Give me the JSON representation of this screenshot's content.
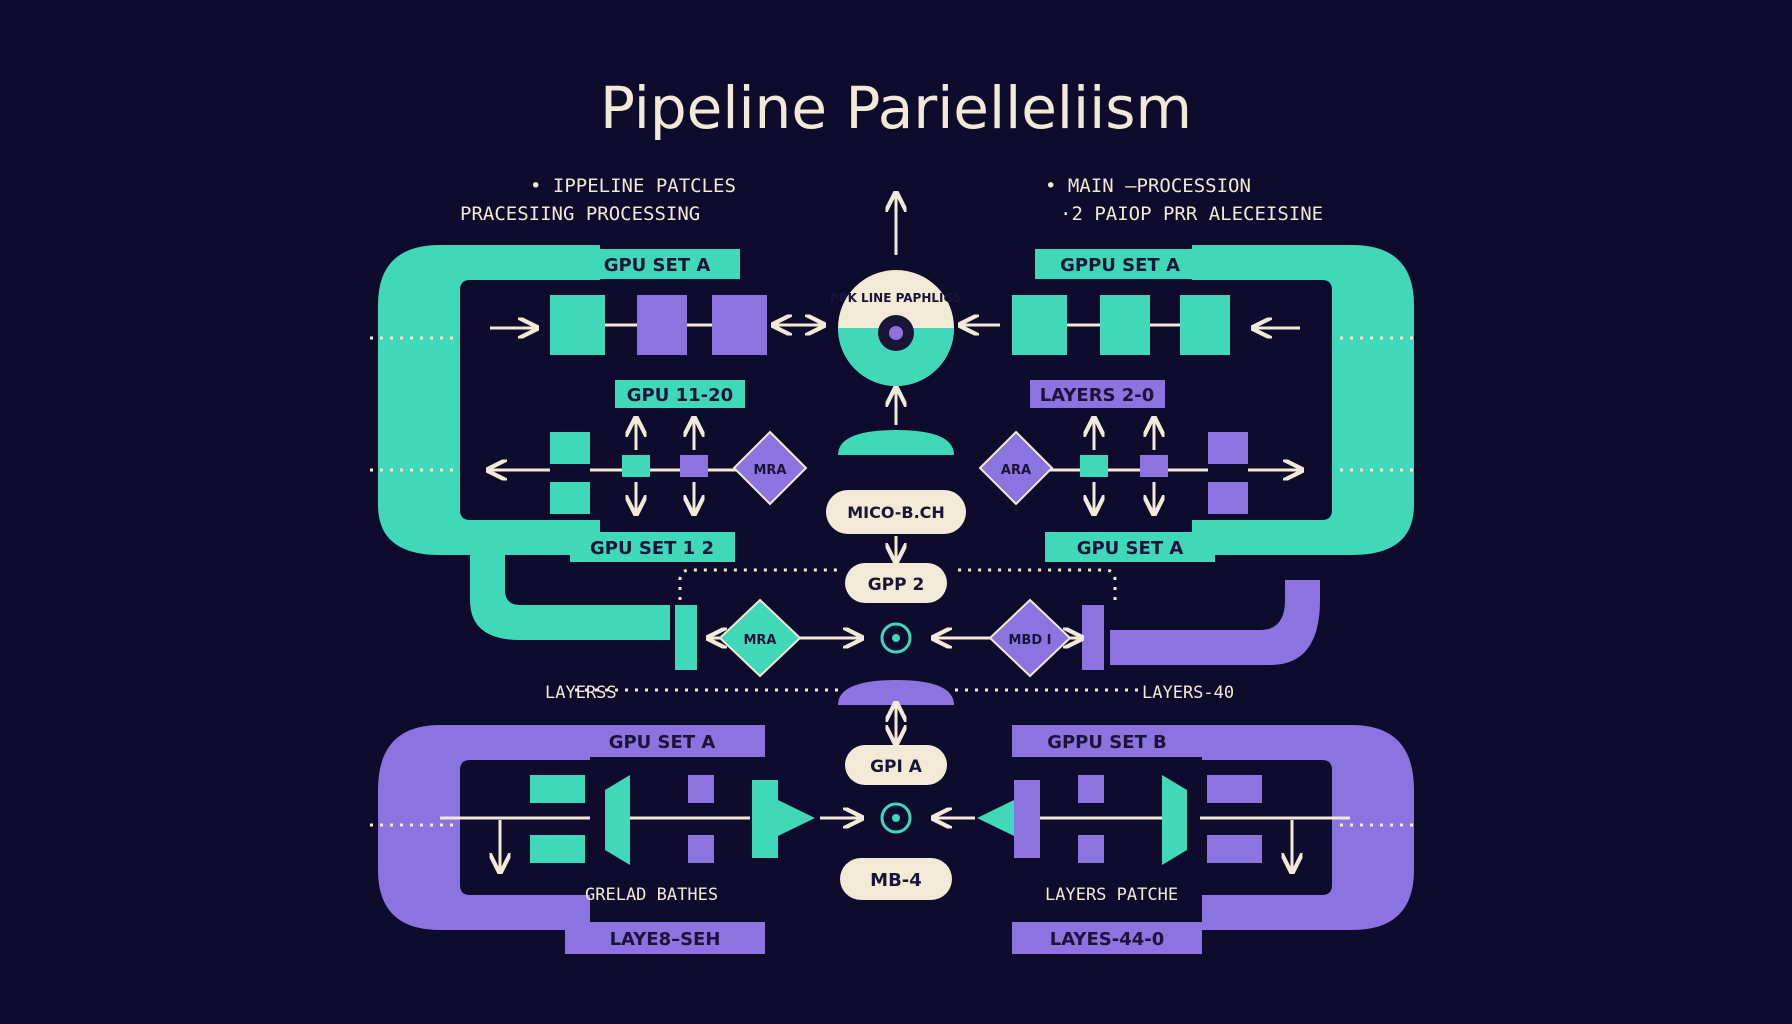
{
  "title": "Pipeline Parielleliism",
  "notes": {
    "top_left_1": "• IPPELINE PATCLES",
    "top_left_2": "PRACESIING PROCESSING",
    "top_right_1": "• MAIN –PROCESSION",
    "top_right_2": "·2 PAIOP PRR ALECEISINE"
  },
  "hub": {
    "label": "PPK LINE PAPHLIGS"
  },
  "labels": {
    "upper_left_top": "GPU   SET A",
    "upper_left_mid": "GPU 11-20",
    "upper_left_bottom": "GPU SET 1 2",
    "upper_right_top": "GPPU SET A",
    "upper_right_mid": "LAYERS 2-0",
    "upper_right_bottom": "GPU   SET A",
    "lower_left_top": "GPU   SET A",
    "lower_left_mid": "GRELAD BATHES",
    "lower_left_bottom": "LAYE8–SEH",
    "lower_right_top": "GPPU SET B",
    "lower_right_mid": "LAYERS PATCHE",
    "lower_right_bottom": "LAYES-44-0"
  },
  "center_pills": {
    "micro_batch": "MICO-B.CH",
    "gpp2": "GPP 2",
    "gpia": "GPI A",
    "mb4": "MB-4"
  },
  "diamonds": {
    "upper_left": "MRA",
    "upper_right": "ARA",
    "mid_left": "MRA",
    "mid_right": "MBD I"
  },
  "side_labels": {
    "left": "LAYERSS",
    "right": "LAYERS-40"
  },
  "colors": {
    "background": "#0e0b2d",
    "teal": "#3fd8b8",
    "purple": "#8b73e0",
    "cream": "#f1ead6",
    "dark": "#1a1538"
  }
}
